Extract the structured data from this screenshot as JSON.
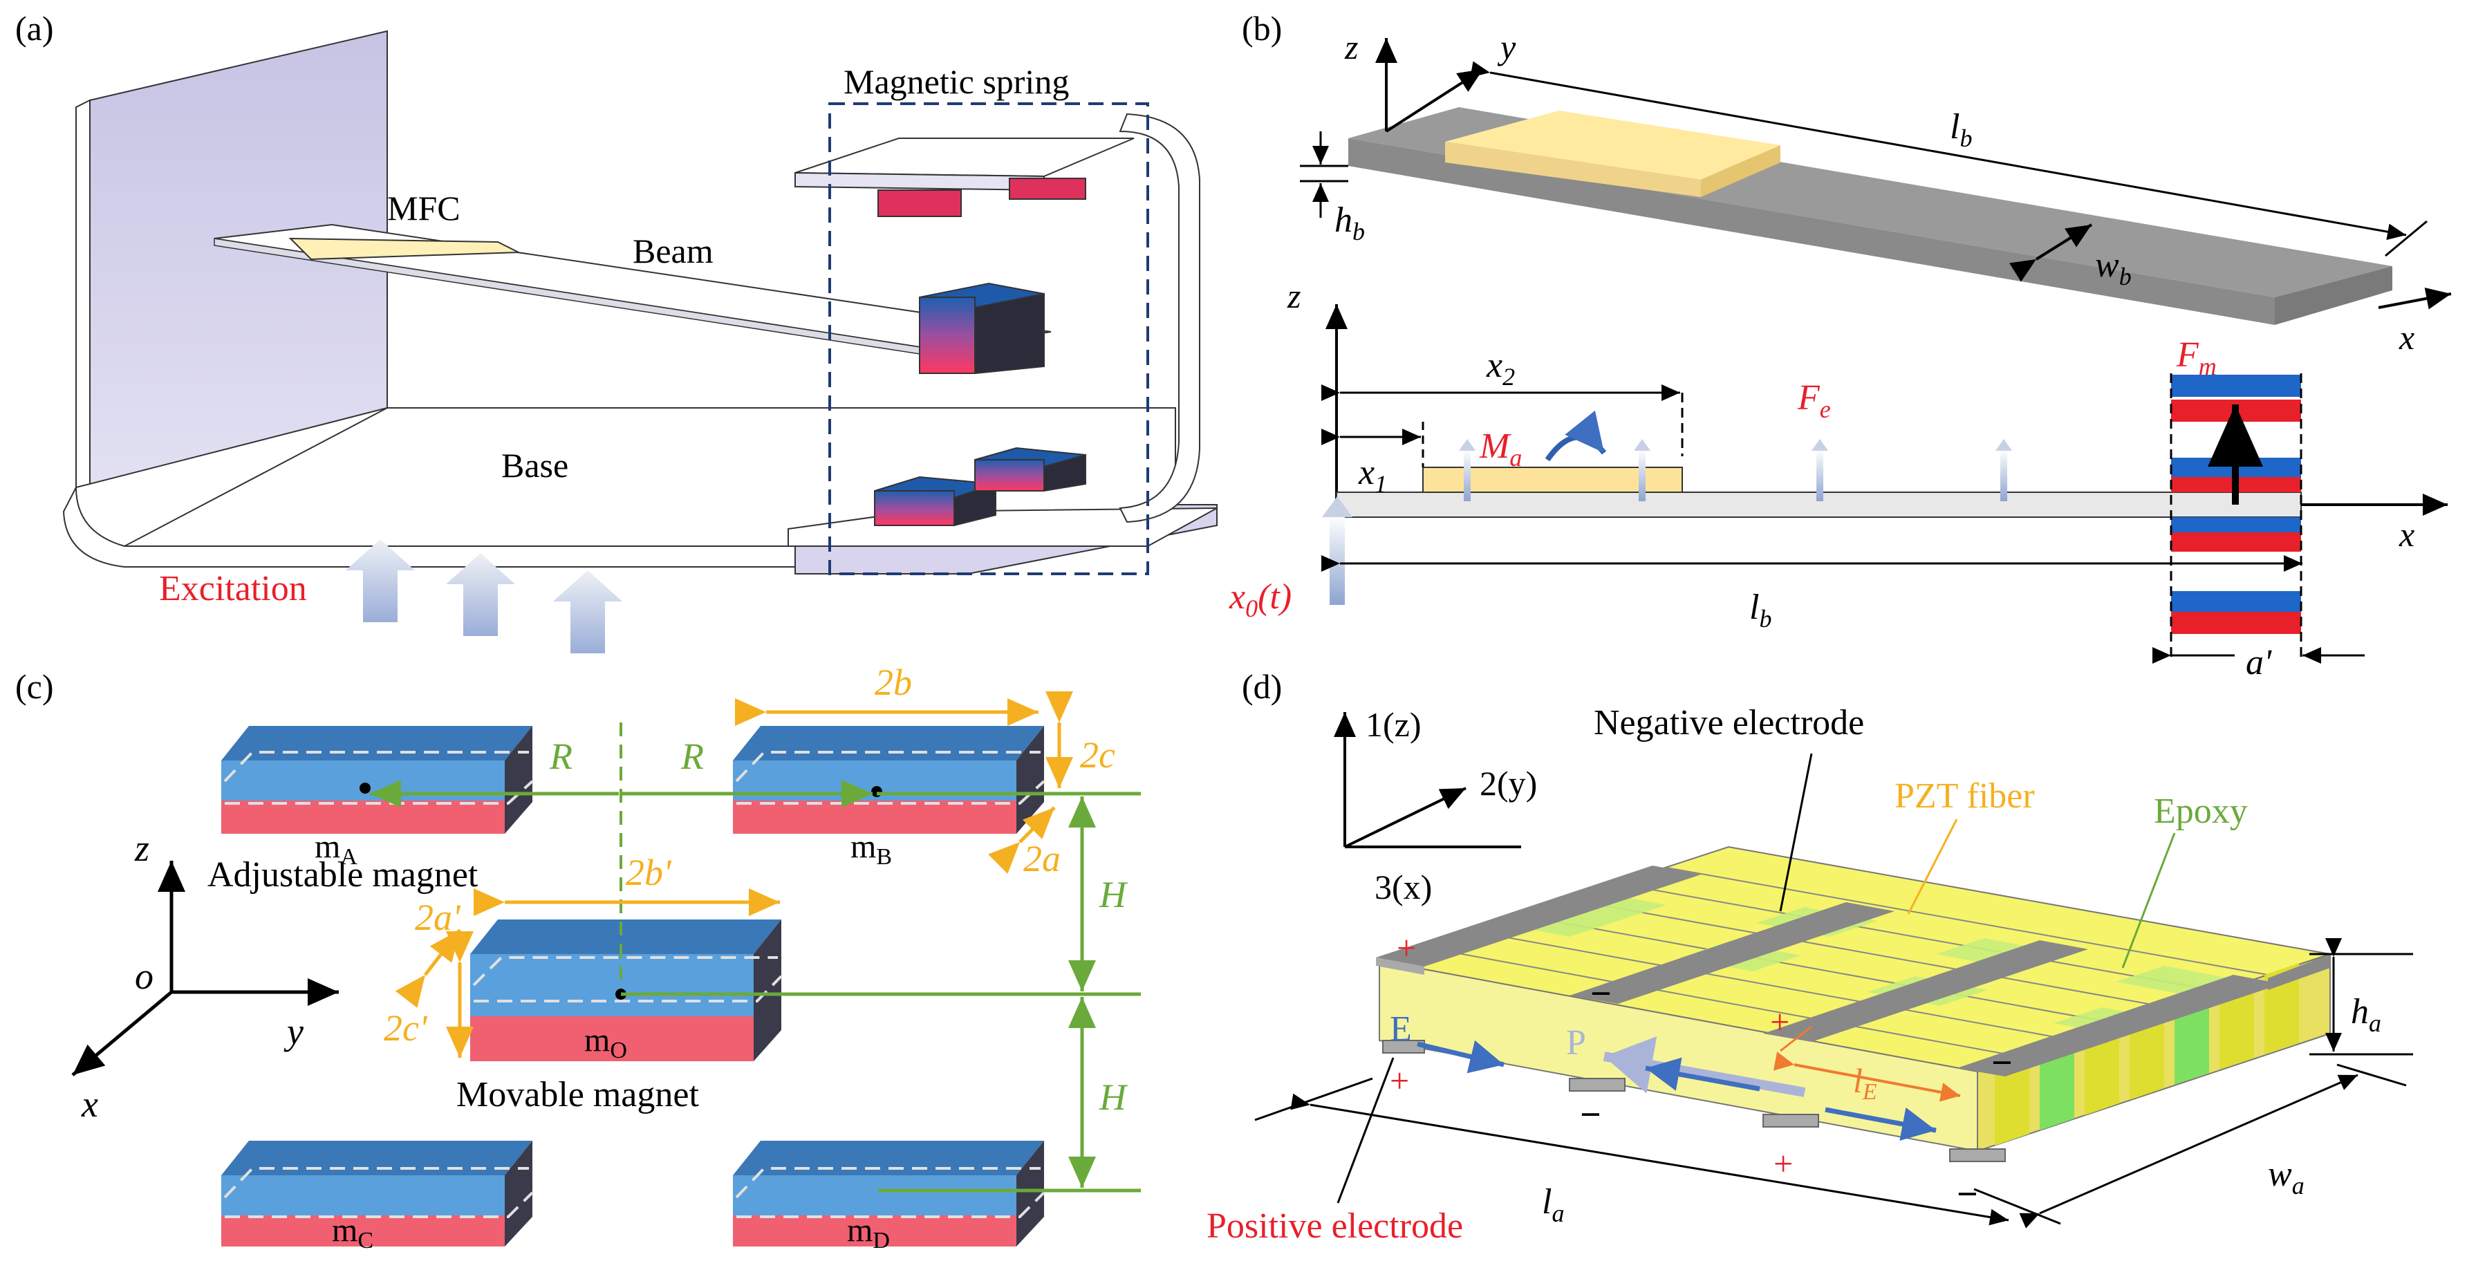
{
  "panels": {
    "a": {
      "tag": "(a)",
      "magnetic_spring": "Magnetic spring",
      "mfc": "MFC",
      "beam": "Beam",
      "base": "Base",
      "excitation": "Excitation"
    },
    "b": {
      "tag": "(b)",
      "z_top": "z",
      "y_top": "y",
      "lb_top": "l",
      "lb_top_sub": "b",
      "hb": "h",
      "hb_sub": "b",
      "wb": "w",
      "wb_sub": "b",
      "x_top": "x",
      "z_bottom": "z",
      "x2": "x",
      "x2_sub": "2",
      "x1": "x",
      "x1_sub": "1",
      "ma": "M",
      "ma_sub": "a",
      "fe": "F",
      "fe_sub": "e",
      "fm": "F",
      "fm_sub": "m",
      "x_bottom": "x",
      "x0t": "x",
      "x0t_sub": "0",
      "x0t_arg": "(t)",
      "lb_bottom": "l",
      "lb_bottom_sub": "b",
      "a_prime": "a'"
    },
    "c": {
      "tag": "(c)",
      "two_b": "2b",
      "two_c": "2c",
      "r_left": "R",
      "r_right": "R",
      "two_a": "2a",
      "ma": "m",
      "ma_sub": "A",
      "mb": "m",
      "mb_sub": "B",
      "adjustable": "Adjustable magnet",
      "two_b_prime": "2b'",
      "two_a_prime": "2a'",
      "two_c_prime": "2c'",
      "mo": "m",
      "mo_sub": "O",
      "movable": "Movable magnet",
      "h_upper": "H",
      "h_lower": "H",
      "mc": "m",
      "mc_sub": "C",
      "md": "m",
      "md_sub": "D",
      "axis_z": "z",
      "axis_o": "o",
      "axis_y": "y",
      "axis_x": "x"
    },
    "d": {
      "tag": "(d)",
      "axis_1": "1(z)",
      "axis_2": "2(y)",
      "axis_3": "3(x)",
      "negative": "Negative electrode",
      "pzt": "PZT fiber",
      "epoxy": "Epoxy",
      "e_field": "E",
      "p_field": "P",
      "le": "l",
      "le_sub": "E",
      "ha": "h",
      "ha_sub": "a",
      "la": "l",
      "la_sub": "a",
      "wa": "w",
      "wa_sub": "a",
      "positive": "Positive electrode",
      "plus": "+",
      "minus": "−"
    }
  }
}
